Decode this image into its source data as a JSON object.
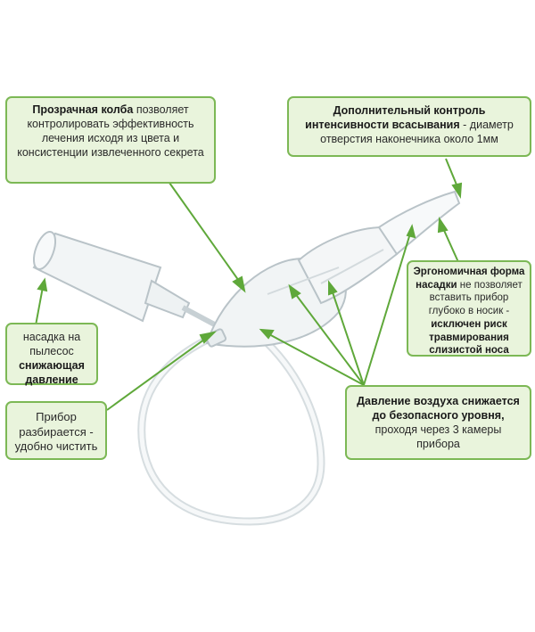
{
  "callouts": {
    "flask": {
      "bold": "Прозрачная колба",
      "text": "позволяет контролировать эффективность лечения исходя из цвета и консистенции извлеченного секрета"
    },
    "control": {
      "bold": "Дополнительный контроль интенсивности всасывания",
      "text": "- диаметр отверстия наконечника около 1мм"
    },
    "nozzle": {
      "bold1": "Эргономичная форма насадки",
      "text1": "не позволяет вставить прибор глубоко в носик -",
      "bold2": "исключен риск травмирования слизистой носа"
    },
    "vacuum": {
      "text": "насадка на пылесос",
      "bold": "снижающая давление"
    },
    "clean": {
      "text": "Прибор разбирается - удобно чистить"
    },
    "pressure": {
      "bold": "Давление воздуха снижается до безопасного уровня,",
      "text": "проходя через 3 камеры прибора"
    }
  },
  "colors": {
    "box_fill": "#e9f4dc",
    "box_border": "#7cb855",
    "arrow": "#5fa83a",
    "device_stroke": "#b9c3c8"
  }
}
